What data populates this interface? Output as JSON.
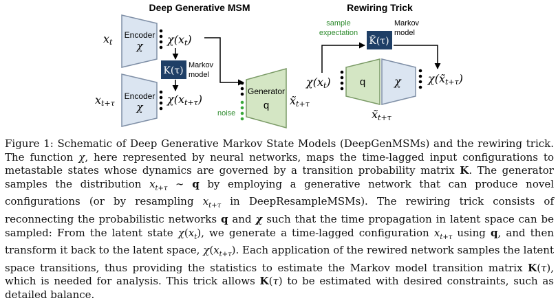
{
  "left_title": "Deep Generative MSM",
  "right_title": "Rewiring Trick",
  "labels": {
    "x_t": "x_t",
    "x_t_tau": "x_{t+τ}",
    "encoder_top": [
      "Encoder",
      "χ"
    ],
    "encoder_bottom": [
      "Encoder",
      "χ"
    ],
    "chi_xt": "χ(x_t)",
    "chi_xttau": "χ(x_{t+τ})",
    "k_tau": "K(τ)",
    "markov_model_left": [
      "Markov",
      "model"
    ],
    "generator": [
      "Generator",
      "q"
    ],
    "noise": "noise",
    "x_tilde_left": "x̃_{t+τ}",
    "sample_expectation": [
      "sample",
      "expectation"
    ],
    "k_tilde_tau": "K̃(τ)",
    "markov_model_right": [
      "Markov",
      "model"
    ],
    "chi_xt_right": "χ(x_t)",
    "q_right": "q",
    "chi_right": "χ",
    "chi_xtilde": "χ(x̃_{t+τ})",
    "x_tilde_bottom": "x̃_{t+τ}"
  },
  "colors": {
    "encoder_fill": "#dbe5f1",
    "generator_fill": "#d4e6c4",
    "k_box_fill": "#1f3f66",
    "noise_green": "#3aa83a",
    "green_text": "#2e8b2e"
  },
  "caption": {
    "figure_label": "Figure 1:",
    "text": "Schematic of Deep Generative Markov State Models (DeepGenMSMs) and the rewiring trick. The function χ, here represented by neural networks, maps the time-lagged input configurations to metastable states whose dynamics are governed by a transition probability matrix K. The generator samples the distribution x_{t+τ} ∼ q by employing a generative network that can produce novel configurations (or by resampling x_{t+τ} in DeepResampleMSMs). The rewiring trick consists of reconnecting the probabilistic networks q and χ such that the time propagation in latent space can be sampled: From the latent state χ(x_t), we generate a time-lagged configuration x_{t+τ} using q, and then transform it back to the latent space, χ(x_{t+τ}). Each application of the rewired network samples the latent space transitions, thus providing the statistics to estimate the Markov model transition matrix K(τ), which is needed for analysis. This trick allows K(τ) to be estimated with desired constraints, such as detailed balance."
  }
}
